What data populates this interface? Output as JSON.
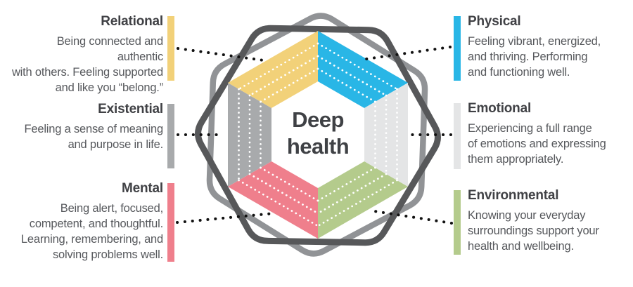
{
  "title": "Deep health",
  "colors": {
    "relational": "#f2d179",
    "physical": "#29b6e6",
    "existential": "#a8aaac",
    "emotional": "#e4e5e6",
    "mental": "#ef7f8c",
    "environmental": "#b4cb8c",
    "outline_dark": "#57585a",
    "outline_light": "#919396",
    "leader_dots": "#111111",
    "segment_dots": "#ffffff"
  },
  "dimensions": {
    "relational": {
      "label": "Relational",
      "description": "Being connected and authentic\nwith others. Feeling supported\nand like you “belong.”"
    },
    "existential": {
      "label": "Existential",
      "description": "Feeling a sense of meaning\nand purpose in life."
    },
    "mental": {
      "label": "Mental",
      "description": "Being alert, focused,\ncompetent, and thoughtful.\nLearning, remembering, and\nsolving problems well."
    },
    "physical": {
      "label": "Physical",
      "description": "Feeling vibrant, energized,\nand thriving. Performing\nand functioning well."
    },
    "emotional": {
      "label": "Emotional",
      "description": "Experiencing a full range\nof emotions and expressing\nthem appropriately."
    },
    "environmental": {
      "label": "Environmental",
      "description": "Knowing your everyday\nsurroundings support your\nhealth and wellbeing."
    }
  }
}
